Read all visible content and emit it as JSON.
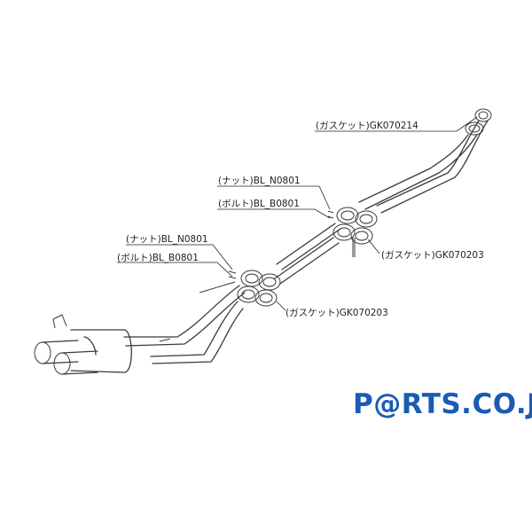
{
  "labels": {
    "gasket_front": "(ガスケット)GK070214",
    "nut_mid": "(ナット)BL_N0801",
    "bolt_mid": "(ボルト)BL_B0801",
    "gasket_mid": "(ガスケット)GK070203",
    "nut_rear": "(ナット)BL_N0801",
    "bolt_rear": "(ボルト)BL_B0801",
    "gasket_rear": "(ガスケット)GK070203"
  },
  "watermark": "P@RTS.CO.JP",
  "colors": {
    "line": "#3a3a3a",
    "watermark": "#1a5bb5",
    "background": "#ffffff"
  }
}
